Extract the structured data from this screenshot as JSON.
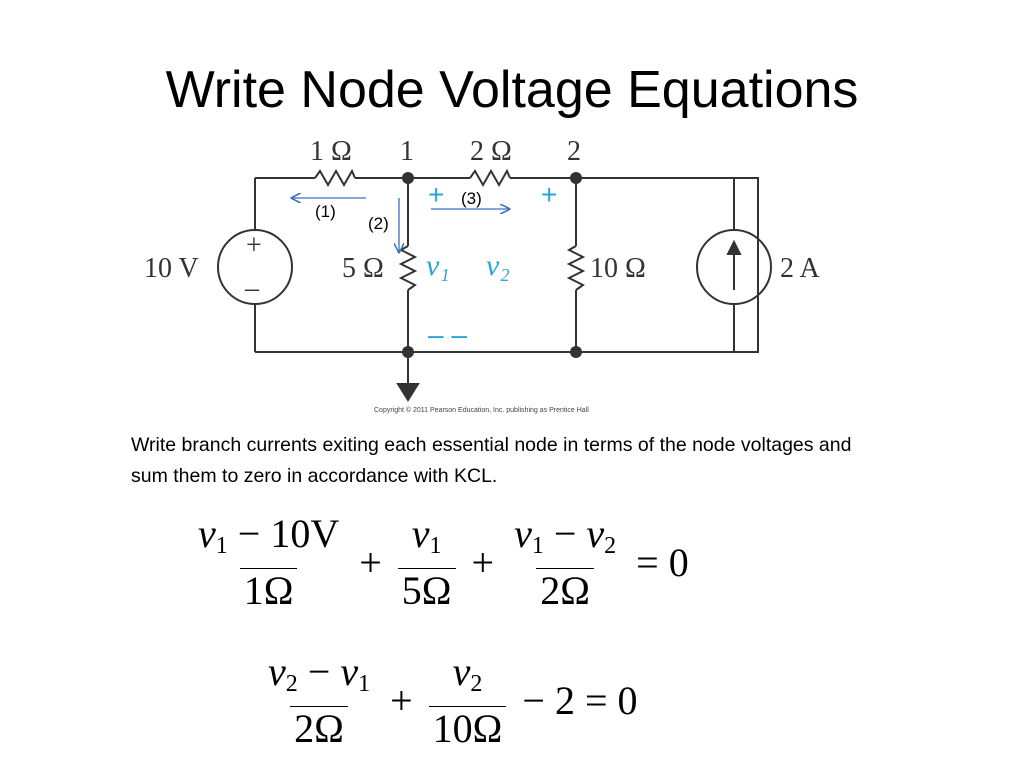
{
  "slide": {
    "title": "Write Node Voltage Equations",
    "body": "Write branch currents exiting each essential node in terms of the node voltages and sum them to zero in accordance with KCL."
  },
  "circuit": {
    "resistor_top_left": "1 Ω",
    "node_1": "1",
    "resistor_top_right": "2 Ω",
    "node_2": "2",
    "voltage_source": "10 V",
    "voltage_plus": "+",
    "voltage_minus": "–",
    "resistor_middle": "5 Ω",
    "v1_label": "v₁",
    "v2_label": "v₂",
    "resistor_right": "10 Ω",
    "current_source": "2 A",
    "plus_1": "+",
    "plus_2": "+",
    "minus_pair": "– –",
    "current_1": "(1)",
    "current_2": "(2)",
    "current_3": "(3)",
    "copyright": "Copyright © 2011 Pearson Education, Inc. publishing as Prentice Hall"
  },
  "equations": {
    "eq1": {
      "t1_num_var": "v",
      "t1_num_sub": "1",
      "t1_num_rest": " − 10V",
      "t1_den": "1Ω",
      "plus_a": "+",
      "t2_num_var": "v",
      "t2_num_sub": "1",
      "t2_den": "5Ω",
      "plus_b": "+",
      "t3_num_var_a": "v",
      "t3_num_sub_a": "1",
      "t3_num_op": " − ",
      "t3_num_var_b": "v",
      "t3_num_sub_b": "2",
      "t3_den": "2Ω",
      "rhs": "= 0"
    },
    "eq2": {
      "t1_num_var_a": "v",
      "t1_num_sub_a": "2",
      "t1_num_op": " − ",
      "t1_num_var_b": "v",
      "t1_num_sub_b": "1",
      "t1_den": "2Ω",
      "plus_a": "+",
      "t2_num_var": "v",
      "t2_num_sub": "2",
      "t2_den": "10Ω",
      "rhs": "− 2 = 0"
    }
  },
  "colors": {
    "wire": "#333333",
    "annotation_blue": "#3b73b9",
    "label_blue": "#29a3d8"
  }
}
